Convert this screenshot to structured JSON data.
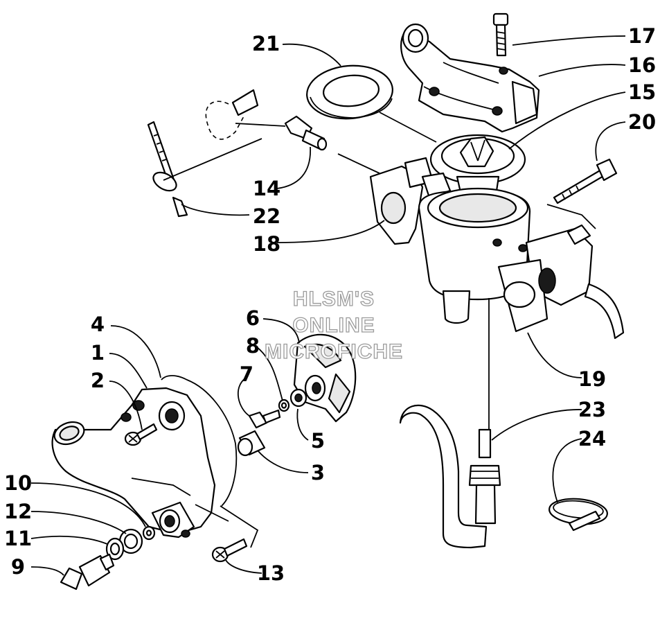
{
  "callouts": [
    {
      "id": "c1",
      "label": "1"
    },
    {
      "id": "c2",
      "label": "2"
    },
    {
      "id": "c3",
      "label": "3"
    },
    {
      "id": "c4",
      "label": "4"
    },
    {
      "id": "c5",
      "label": "5"
    },
    {
      "id": "c6",
      "label": "6"
    },
    {
      "id": "c7",
      "label": "7"
    },
    {
      "id": "c8",
      "label": "8"
    },
    {
      "id": "c9",
      "label": "9"
    },
    {
      "id": "c10",
      "label": "10"
    },
    {
      "id": "c11",
      "label": "11"
    },
    {
      "id": "c12",
      "label": "12"
    },
    {
      "id": "c13",
      "label": "13"
    },
    {
      "id": "c14",
      "label": "14"
    },
    {
      "id": "c15",
      "label": "15"
    },
    {
      "id": "c16",
      "label": "16"
    },
    {
      "id": "c17",
      "label": "17"
    },
    {
      "id": "c18",
      "label": "18"
    },
    {
      "id": "c19",
      "label": "19"
    },
    {
      "id": "c20",
      "label": "20"
    },
    {
      "id": "c21",
      "label": "21"
    },
    {
      "id": "c22",
      "label": "22"
    },
    {
      "id": "c23",
      "label": "23"
    },
    {
      "id": "c24",
      "label": "24"
    }
  ],
  "watermark": {
    "line1": "HLSM'S",
    "line2": "ONLINE",
    "line3": "MICROFICHE",
    "color": "#9a9a9a"
  }
}
